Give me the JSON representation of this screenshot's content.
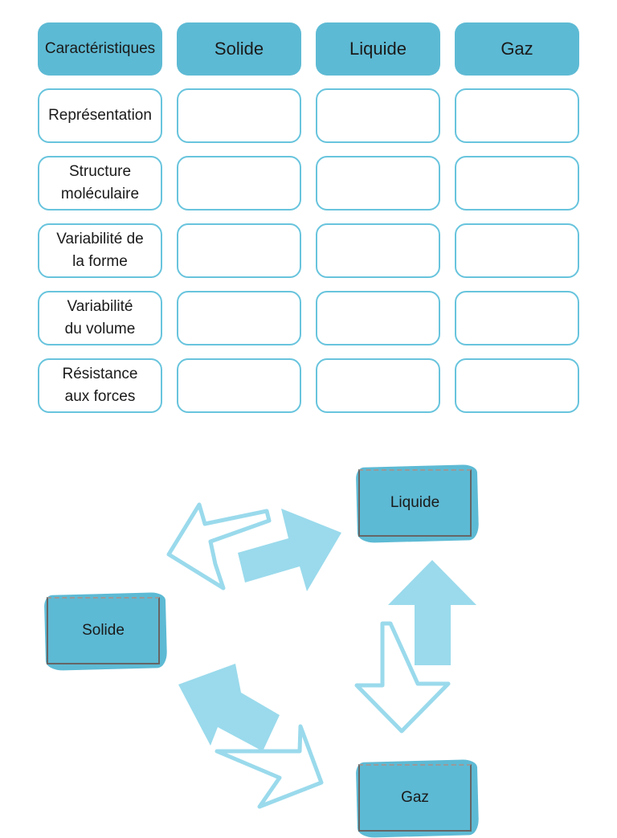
{
  "table": {
    "headers": [
      "Caractéristiques",
      "Solide",
      "Liquide",
      "Gaz"
    ],
    "rows": [
      "Représentation",
      "Structure\nmoléculaire",
      "Variabilité de\nla forme",
      "Variabilité\ndu volume",
      "Résistance\naux forces"
    ]
  },
  "diagram": {
    "liquide": "Liquide",
    "solide": "Solide",
    "gaz": "Gaz"
  },
  "colors": {
    "header": "#5dbad4",
    "border": "#68c4dd",
    "arrow": "#9adaec"
  }
}
